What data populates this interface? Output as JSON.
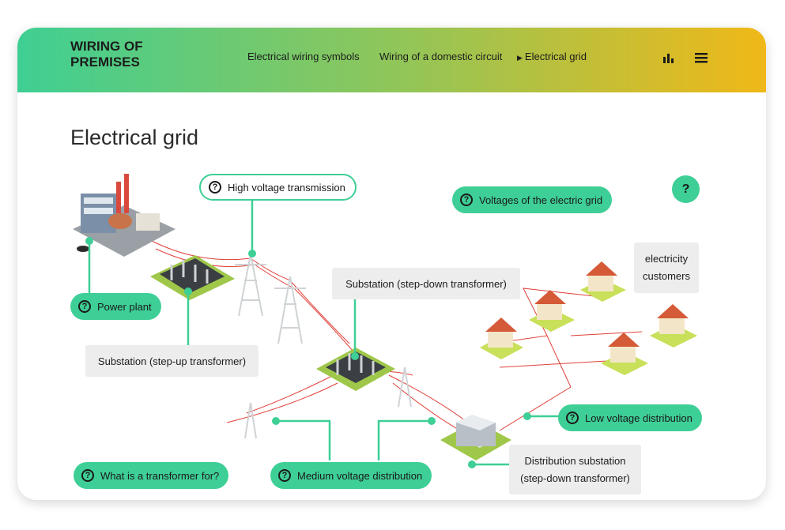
{
  "header": {
    "brand": "WIRING OF PREMISES",
    "nav": {
      "symbols": "Electrical wiring symbols",
      "domestic": "Wiring of a domestic circuit",
      "current": "Electrical grid"
    },
    "icons": [
      "bar-chart-icon",
      "menu-icon"
    ]
  },
  "page": {
    "title": "Electrical grid"
  },
  "pills": {
    "high_voltage": "High voltage transmission",
    "voltages": "Voltages of the electric grid",
    "power_plant": "Power plant",
    "low_voltage": "Low voltage distribution",
    "transformer_for": "What is a transformer for?",
    "medium_voltage": "Medium voltage distribution",
    "help": "?",
    "question_glyph": "?"
  },
  "labels": {
    "step_down": "Substation (step-down transformer)",
    "step_up": "Substation (step-up transformer)",
    "customers_1": "electricity",
    "customers_2": "customers",
    "distribution_1": "Distribution substation",
    "distribution_2": "(step-down transformer)"
  },
  "colors": {
    "accent": "#3ecf96",
    "wire": "#e0413a",
    "roof": "#d45a38",
    "lawn": "#c8e05a"
  }
}
